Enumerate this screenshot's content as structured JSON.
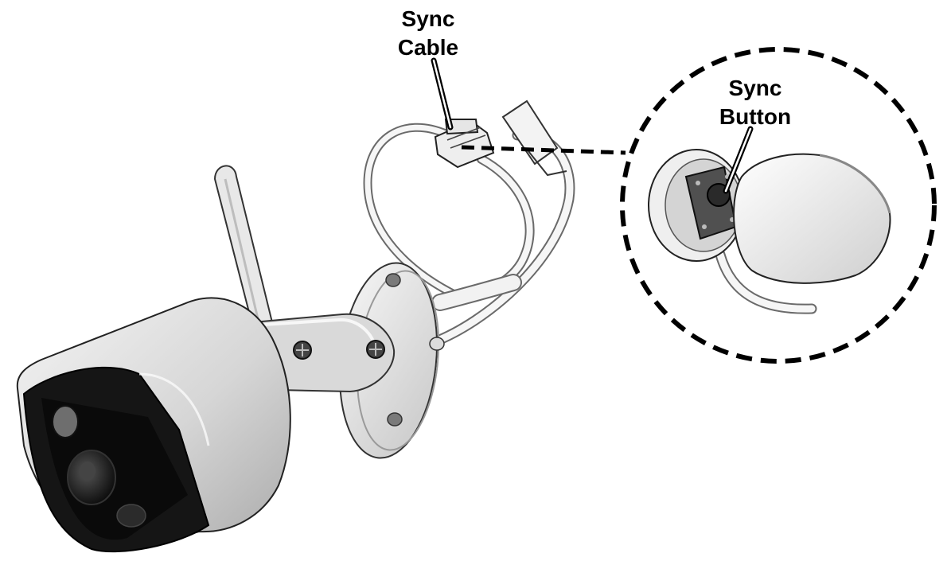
{
  "labels": {
    "sync_cable": [
      "Sync",
      "Cable"
    ],
    "sync_button": [
      "Sync",
      "Button"
    ]
  },
  "colors": {
    "ink": "#000000",
    "housing_light": "#f2f2f2",
    "housing_shade": "#c4c4c4",
    "lens_dark": "#111111",
    "cable": "#f4f4f4"
  },
  "icons": {
    "camera": "outdoor-bullet-camera",
    "mount": "wall-mount-bracket",
    "sync_button": "push-button"
  }
}
